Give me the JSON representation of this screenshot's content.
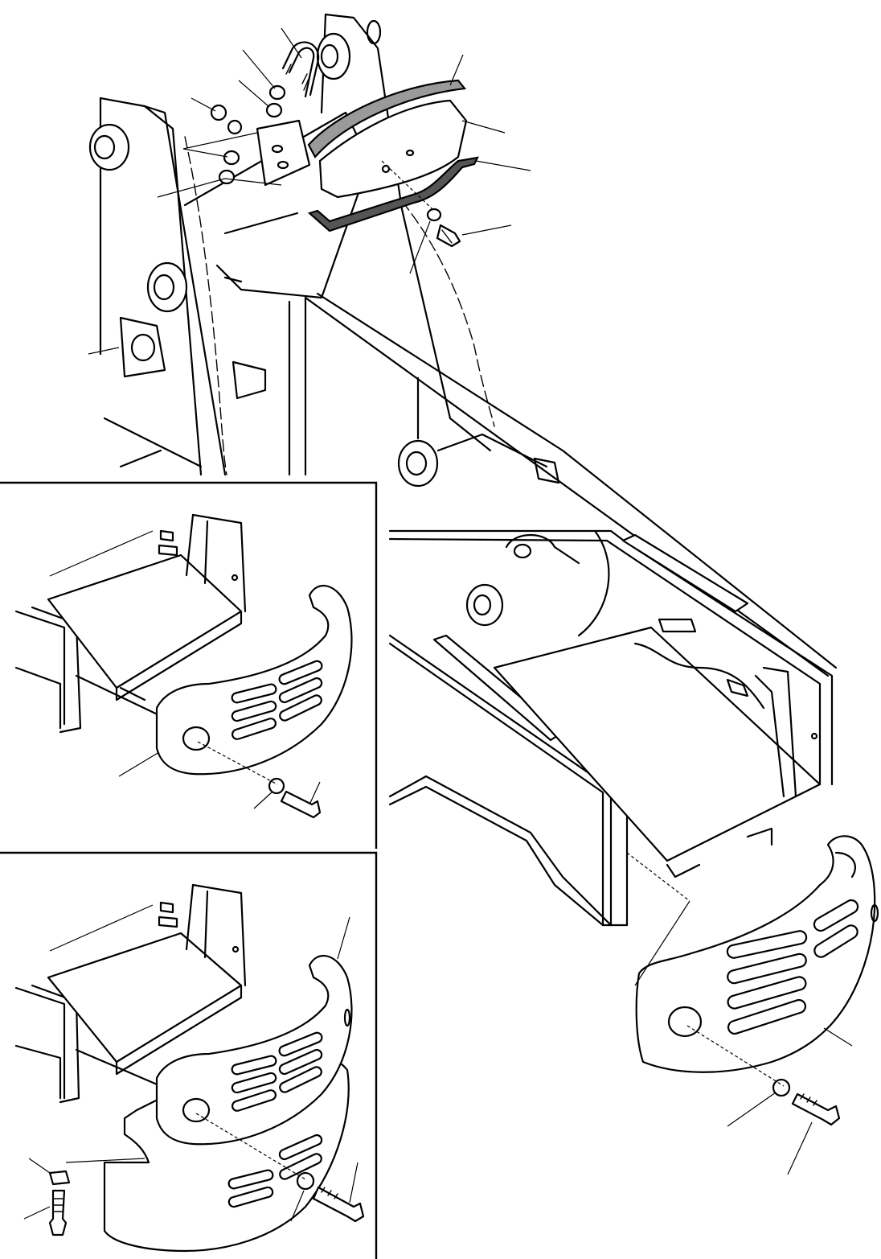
{
  "diagram": {
    "views": [
      {
        "id": "main-assembly"
      },
      {
        "id": "inset-single-weight"
      },
      {
        "id": "inset-double-weight"
      }
    ],
    "colors": {
      "line": "#000000",
      "background": "#ffffff",
      "highlight_fill": "#9a9a9a"
    }
  }
}
